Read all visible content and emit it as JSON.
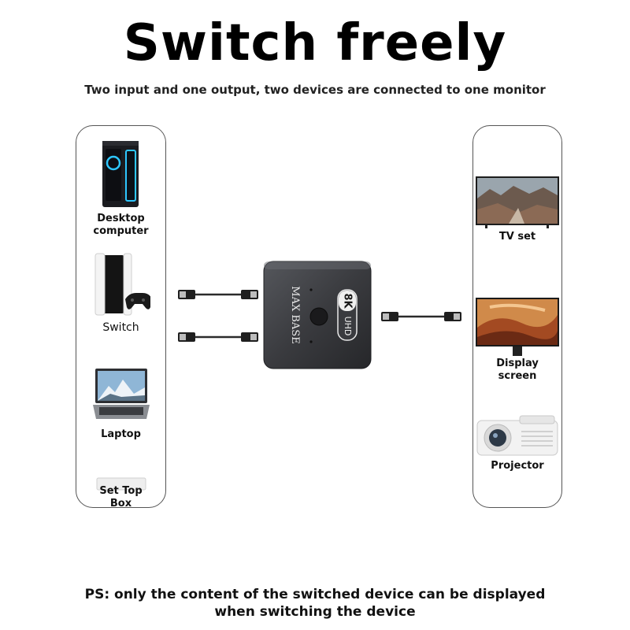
{
  "header": {
    "title": "Switch freely",
    "subtitle": "Two input and one output, two devices are connected to one monitor"
  },
  "inputs": {
    "devices": [
      {
        "label_line1": "Desktop",
        "label_line2": "computer",
        "icon": "desktop-tower-icon"
      },
      {
        "label_line1": "Switch",
        "label_line2": "",
        "icon": "game-console-icon"
      },
      {
        "label_line1": "Laptop",
        "label_line2": "",
        "icon": "laptop-icon"
      },
      {
        "label_line1": "Set Top",
        "label_line2": "Box",
        "icon": "set-top-box-icon"
      }
    ]
  },
  "outputs": {
    "devices": [
      {
        "label_line1": "TV set",
        "label_line2": "",
        "icon": "tv-icon"
      },
      {
        "label_line1": "Display",
        "label_line2": "screen",
        "icon": "monitor-icon"
      },
      {
        "label_line1": "Projector",
        "label_line2": "",
        "icon": "projector-icon"
      }
    ]
  },
  "product": {
    "brand": "MAX BASE",
    "badge": "8K",
    "badge_sub": "UHD"
  },
  "footer": {
    "line1": "PS: only the content of the switched device can be displayed",
    "line2": "when switching the device"
  },
  "colors": {
    "panel_border": "#555555",
    "box_body": "#3a3b3f",
    "cable": "#2b2b2b"
  }
}
